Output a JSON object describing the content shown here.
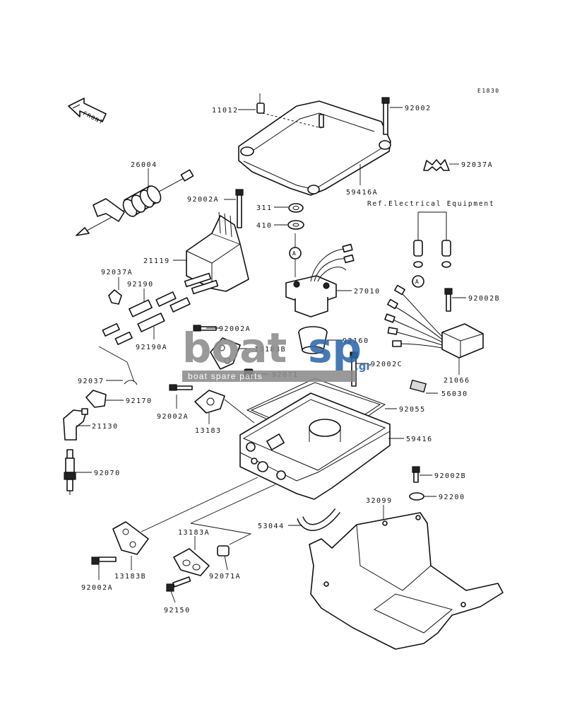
{
  "diagram": {
    "code": "E1830",
    "front_label": "FRONT",
    "reference_note": "Ref.Electrical Equipment",
    "callout_marker": "A",
    "parts": [
      "11012",
      "92002",
      "92037A",
      "59416A",
      "26004",
      "92002A",
      "311",
      "410",
      "21119",
      "92037A",
      "92190",
      "27010",
      "92002B",
      "92002A",
      "13183B",
      "92160",
      "92190A",
      "92071",
      "92002C",
      "21066",
      "92037",
      "92170",
      "56030",
      "92055",
      "92002A",
      "21130",
      "13183",
      "59416",
      "92070",
      "92002B",
      "92200",
      "32099",
      "53044",
      "13183A",
      "13183B",
      "92071A",
      "92002A",
      "92150"
    ]
  },
  "watermark": {
    "brand_left": "boat",
    "brand_right": "sp",
    "domain": ".gr",
    "tagline": "boat spare parts",
    "colors": {
      "gray": "#8c8c8c",
      "blue": "#2f67a8"
    }
  }
}
